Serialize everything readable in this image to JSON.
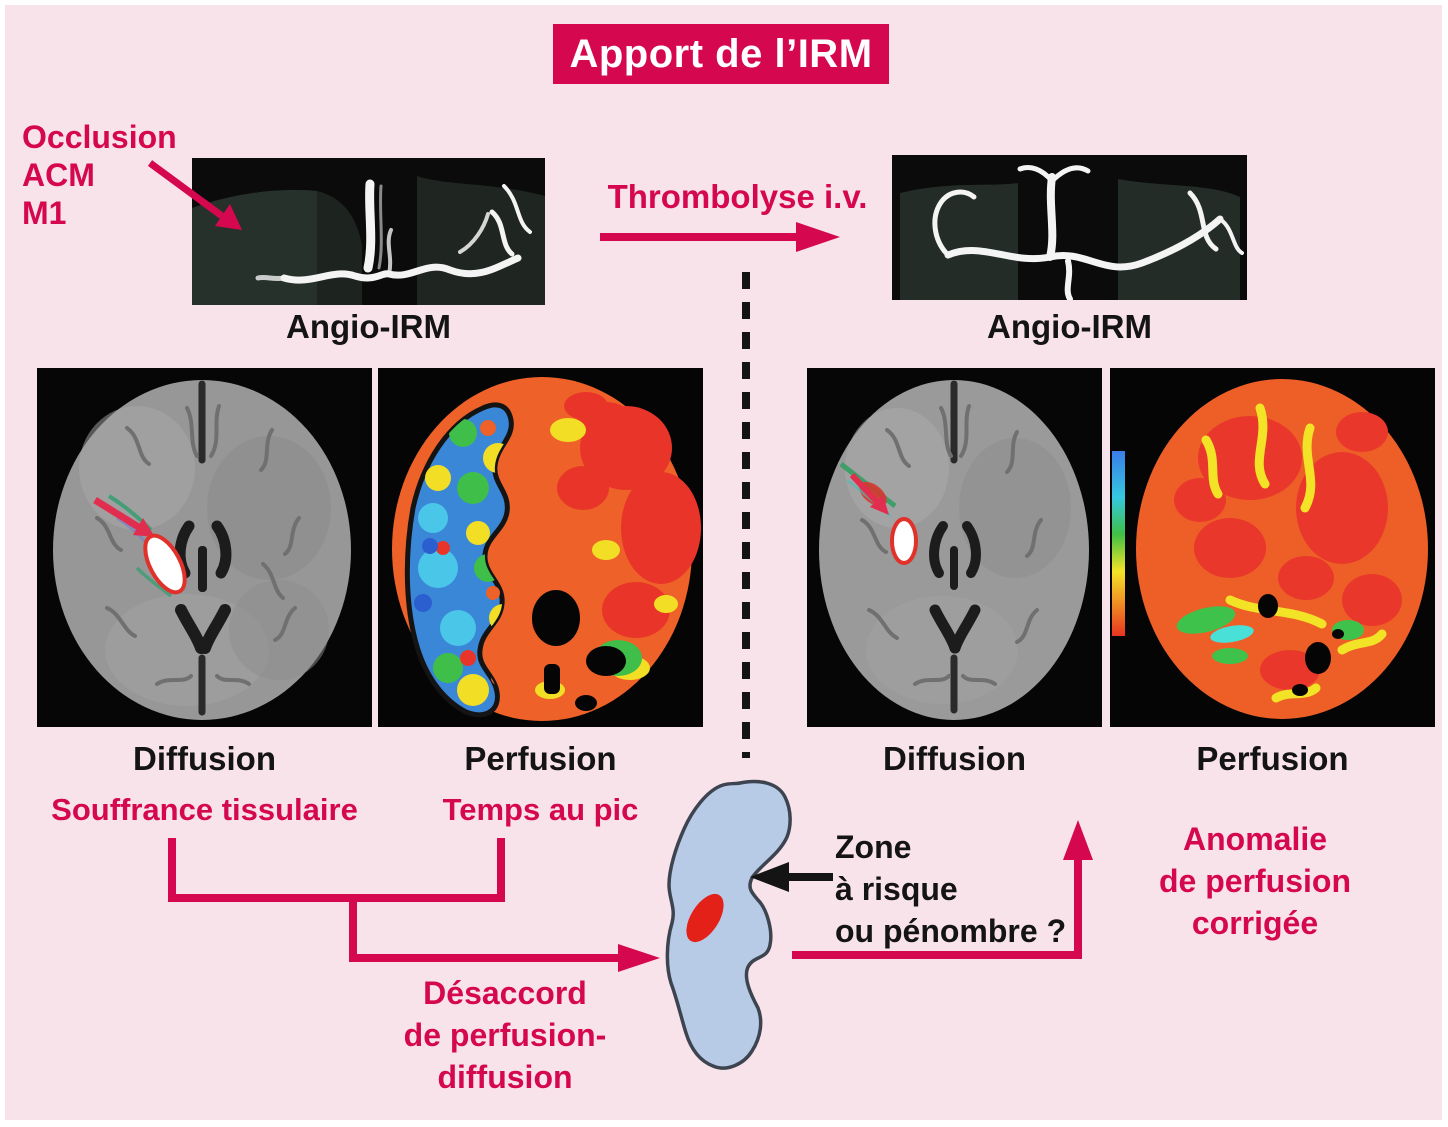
{
  "title": {
    "label": "Apport de l’IRM"
  },
  "colors": {
    "accent_crimson": "#d5084f",
    "panel_pink": "#f9e3ea",
    "text_black": "#141414",
    "penumbra_blue": "#b7cbe7",
    "infarct_red": "#e32119",
    "perfusion_orange": "#ee6128",
    "deficit_blue": "#3a87d8"
  },
  "left": {
    "occlusion": [
      "Occlusion",
      "ACM",
      "M1"
    ],
    "angio_caption": "Angio-IRM",
    "diffusion_caption": "Diffusion",
    "perfusion_caption": "Perfusion",
    "diffusion_note": "Souffrance tissulaire",
    "perfusion_note": "Temps au pic"
  },
  "center": {
    "thrombolyse": "Thrombolyse i.v.",
    "mismatch": [
      "Désaccord",
      "de perfusion-",
      "diffusion"
    ],
    "zone": [
      "Zone",
      "à risque",
      "ou pénombre ?"
    ]
  },
  "right": {
    "angio_caption": "Angio-IRM",
    "diffusion_caption": "Diffusion",
    "perfusion_caption": "Perfusion",
    "anomaly": [
      "Anomalie",
      "de perfusion",
      "corrigée"
    ]
  }
}
